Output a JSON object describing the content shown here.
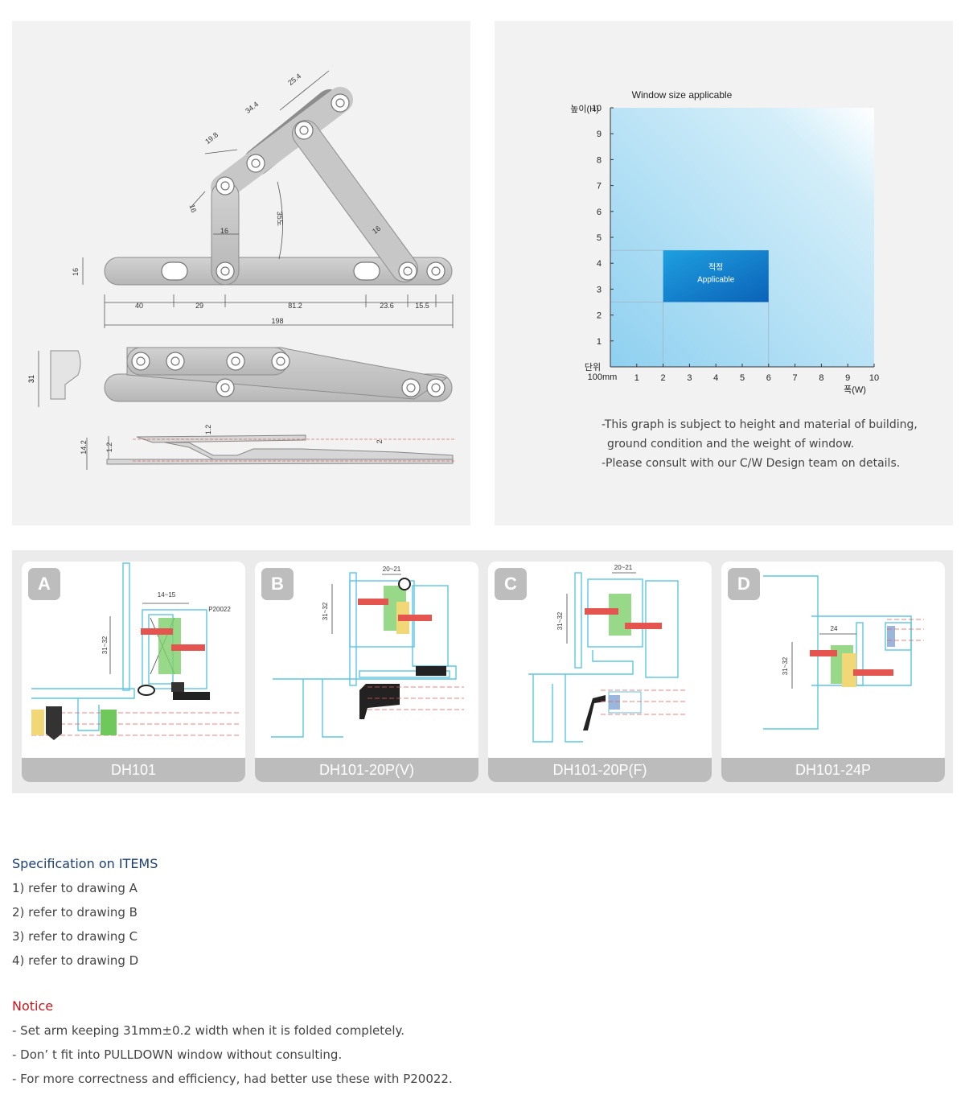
{
  "dimensions": {
    "d1": "25.4",
    "d2": "34.4",
    "d3": "19.8",
    "d4": "16",
    "d5": "16",
    "d6": "35도",
    "d7": "16",
    "d8": "16",
    "d9": "40",
    "d10": "29",
    "d11": "81.2",
    "d12": "23.6",
    "d13": "15.5",
    "d14": "198",
    "d15": "31",
    "d16": "1.2",
    "d17": "14.2",
    "d18": "1.2",
    "d19": "2"
  },
  "chart_data": {
    "type": "area",
    "title": "Window size applicable",
    "ylabel": "높이(H)",
    "xlabel": "폭(W)",
    "unit_label": "단위",
    "unit_value": "100mm",
    "x_ticks": [
      "1",
      "2",
      "3",
      "4",
      "5",
      "6",
      "7",
      "8",
      "9",
      "10"
    ],
    "y_ticks": [
      "1",
      "2",
      "3",
      "4",
      "5",
      "6",
      "7",
      "8",
      "9",
      "10"
    ],
    "xlim": [
      0,
      10
    ],
    "ylim": [
      0,
      10
    ],
    "region": {
      "x": [
        2,
        6
      ],
      "y": [
        2.5,
        4.5
      ],
      "label_ko": "적정",
      "label_en": "Applicable"
    }
  },
  "graph_notes": [
    "-This graph is subject to height and material of building,",
    "ground condition and the weight of window.",
    "-Please consult with our C/W Design team on details."
  ],
  "cards": [
    {
      "letter": "A",
      "caption": "DH101",
      "dim1": "14~15",
      "dim2": "31~32",
      "part": "P20022"
    },
    {
      "letter": "B",
      "caption": "DH101-20P(V)",
      "dim1": "20~21",
      "dim2": "31~32"
    },
    {
      "letter": "C",
      "caption": "DH101-20P(F)",
      "dim1": "20~21",
      "dim2": "31~32"
    },
    {
      "letter": "D",
      "caption": "DH101-24P",
      "dim1": "24",
      "dim2": "31~32"
    }
  ],
  "spec": {
    "title": "Specification on ITEMS",
    "items": [
      "1) refer to drawing A",
      "2) refer to drawing B",
      "3) refer to drawing C",
      "4) refer to drawing D"
    ]
  },
  "notice": {
    "title": "Notice",
    "items": [
      "-  Set arm keeping 31mm±0.2 width when it is folded completely.",
      "- Don’ t fit into PULLDOWN window without consulting.",
      "- For more correctness and efficiency, had better use these with P20022."
    ]
  },
  "colors": {
    "navy": "#1d3f77",
    "red": "#c8141e",
    "sky": "#a8daf4",
    "applicable": "#1673c4"
  }
}
